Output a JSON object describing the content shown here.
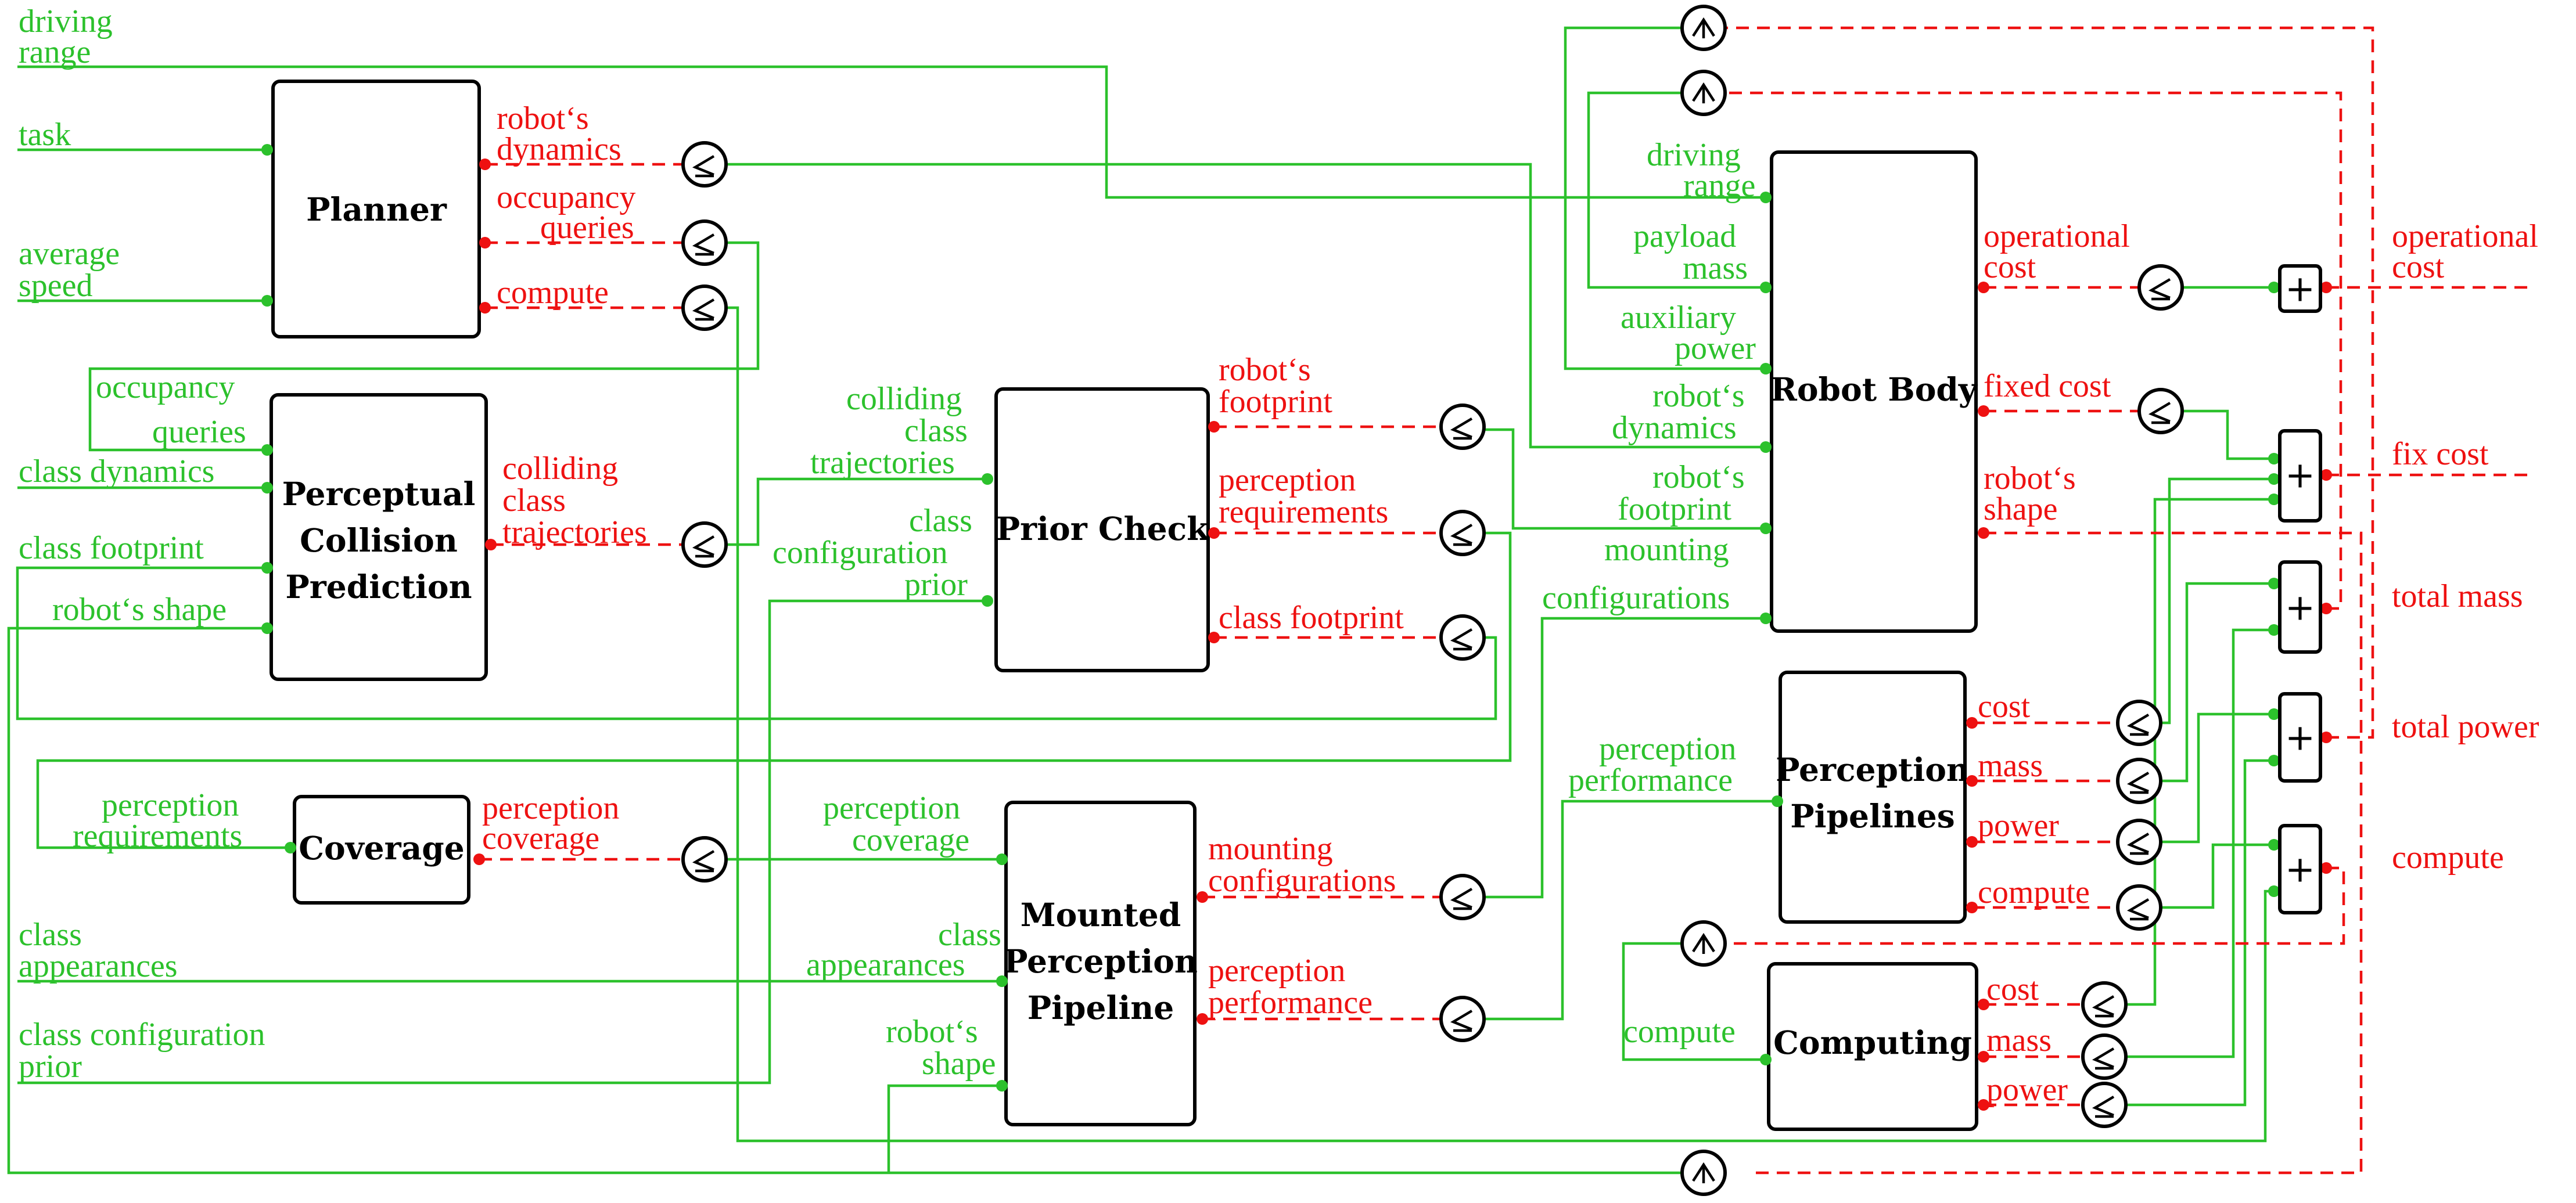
{
  "colors": {
    "functionality": "#2cc12c",
    "resource": "#ee1111",
    "box_border": "#000000"
  },
  "boxes": {
    "planner": "Planner",
    "pcp": [
      "Perceptual",
      "Collision",
      "Prediction"
    ],
    "prior_check": "Prior Check",
    "coverage": "Coverage",
    "mpp": [
      "Mounted",
      "Perception",
      "Pipeline"
    ],
    "robot_body": "Robot Body",
    "perception_pipelines": [
      "Perception",
      "Pipelines"
    ],
    "computing": "Computing"
  },
  "inputs": {
    "driving_range": [
      "driving",
      "range"
    ],
    "task": "task",
    "average_speed": [
      "average",
      "speed"
    ],
    "class_dynamics": "class dynamics",
    "class_footprint": "class footprint",
    "robots_shape": "robot‘s shape",
    "perception_requirements": [
      "perception",
      "requirements"
    ],
    "class_appearances": [
      "class",
      "appearances"
    ],
    "class_configuration_prior": [
      "class configuration",
      "prior"
    ]
  },
  "ports": {
    "planner_out": {
      "robots_dynamics": [
        "robot‘s",
        "dynamics"
      ],
      "occupancy_queries": [
        "occupancy",
        "queries"
      ],
      "compute": "compute"
    },
    "pcp_in": {
      "occupancy_queries": [
        "occupancy",
        "queries"
      ]
    },
    "pcp_out": {
      "colliding_class_trajectories": [
        "colliding",
        "class",
        "trajectories"
      ]
    },
    "prior_check_in": {
      "colliding_class_trajectories": [
        "colliding",
        "class",
        "trajectories"
      ],
      "class_configuration_prior": [
        "class",
        "configuration",
        "prior"
      ]
    },
    "prior_check_out": {
      "robots_footprint": [
        "robot‘s",
        "footprint"
      ],
      "perception_requirements": [
        "perception",
        "requirements"
      ],
      "class_footprint": "class footprint"
    },
    "coverage_out": {
      "perception_coverage": [
        "perception",
        "coverage"
      ]
    },
    "mpp_in": {
      "perception_coverage": [
        "perception",
        "coverage"
      ],
      "class_appearances": [
        "class",
        "appearances"
      ],
      "robots_shape": [
        "robot‘s",
        "shape"
      ]
    },
    "mpp_out": {
      "mounting_configurations": [
        "mounting",
        "configurations"
      ],
      "perception_performance": [
        "perception",
        "performance"
      ]
    },
    "robot_body_in": {
      "driving_range": [
        "driving",
        "range"
      ],
      "payload_mass": [
        "payload",
        "mass"
      ],
      "auxiliary_power": [
        "auxiliary",
        "power"
      ],
      "robots_dynamics": [
        "robot‘s",
        "dynamics"
      ],
      "robots_footprint": [
        "robot‘s",
        "footprint"
      ],
      "mounting_configurations": [
        "mounting",
        "configurations"
      ]
    },
    "robot_body_out": {
      "operational_cost": [
        "operational",
        "cost"
      ],
      "fixed_cost": "fixed cost",
      "robots_shape": [
        "robot‘s",
        "shape"
      ]
    },
    "pp_in": {
      "perception_performance": [
        "perception",
        "performance"
      ]
    },
    "pp_out": {
      "cost": "cost",
      "mass": "mass",
      "power": "power",
      "compute": "compute"
    },
    "computing_in": {
      "compute": "compute"
    },
    "computing_out": {
      "cost": "cost",
      "mass": "mass",
      "power": "power"
    }
  },
  "outputs": {
    "operational_cost": [
      "operational",
      "cost"
    ],
    "fix_cost": "fix cost",
    "total_mass": "total mass",
    "total_power": "total power",
    "compute": "compute"
  },
  "operators": {
    "plus": "+"
  }
}
